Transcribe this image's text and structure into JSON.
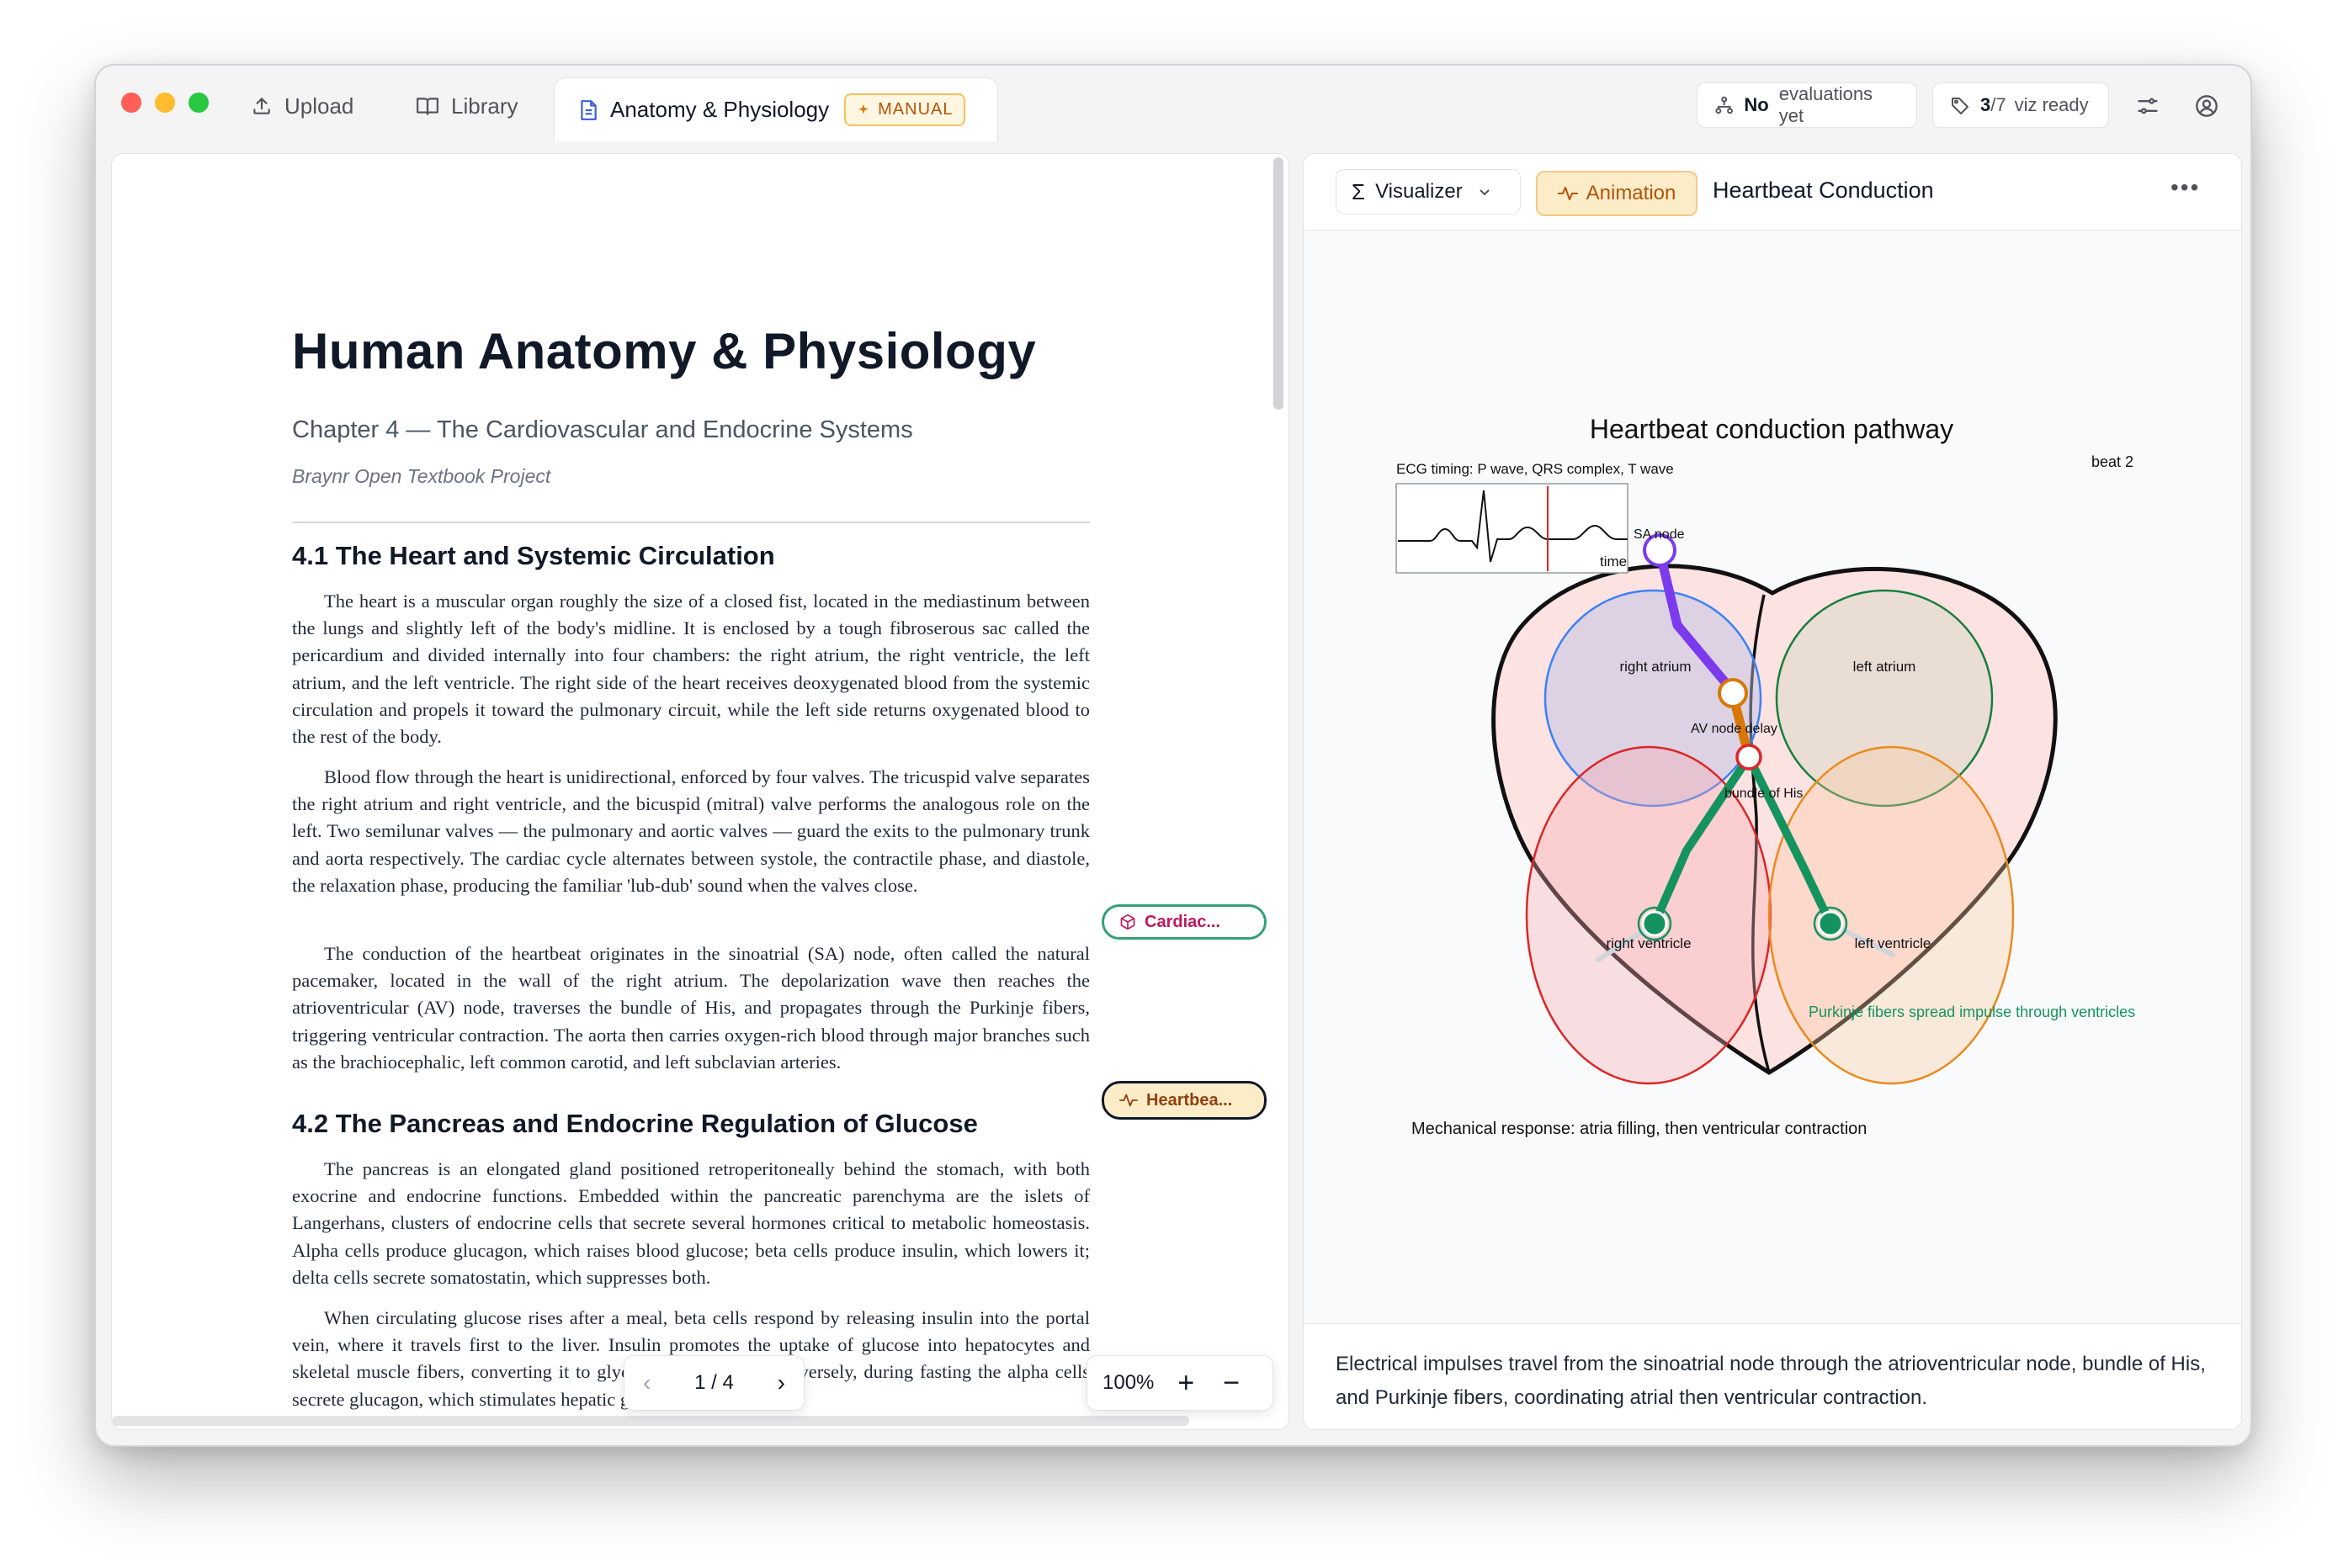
{
  "window": {
    "tabs": [
      {
        "label": "Upload",
        "icon": "upload-icon"
      },
      {
        "label": "Library",
        "icon": "book-icon"
      },
      {
        "label": "Anatomy & Physiology",
        "icon": "document-icon",
        "active": true,
        "badge": "MANUAL"
      }
    ],
    "status": {
      "evaluations_strong": "No",
      "evaluations_rest": "evaluations yet",
      "viz_count": "3",
      "viz_total": "/7",
      "viz_rest": "viz ready"
    }
  },
  "document": {
    "title": "Human Anatomy & Physiology",
    "subtitle": "Chapter 4 — The Cardiovascular and Endocrine Systems",
    "byline": "Braynr Open Textbook Project",
    "sections": [
      {
        "heading": "4.1  The Heart and Systemic Circulation",
        "paragraphs": [
          "The heart is a muscular organ roughly the size of a closed fist, located in the mediastinum between the lungs and slightly left of the body's midline. It is enclosed by a tough fibroserous sac called the pericardium and divided internally into four chambers: the right atrium, the right ventricle, the left atrium, and the left ventricle. The right side of the heart receives deoxygenated blood from the systemic circulation and propels it toward the pulmonary circuit, while the left side returns oxygenated blood to the rest of the body.",
          "Blood flow through the heart is unidirectional, enforced by four valves. The tricuspid valve separates the right atrium and right ventricle, and the bicuspid (mitral) valve performs the analogous role on the left. Two semilunar valves — the pulmonary and aortic valves — guard the exits to the pulmonary trunk and aorta respectively. The cardiac cycle alternates between systole, the contractile phase, and diastole, the relaxation phase, producing the familiar 'lub-dub' sound when the valves close.",
          "The conduction of the heartbeat originates in the sinoatrial (SA) node, often called the natural pacemaker, located in the wall of the right atrium. The depolarization wave then reaches the atrioventricular (AV) node, traverses the bundle of His, and propagates through the Purkinje fibers, triggering ventricular contraction. The aorta then carries oxygen-rich blood through major branches such as the brachiocephalic, left common carotid, and left subclavian arteries."
        ]
      },
      {
        "heading": "4.2  The Pancreas and Endocrine Regulation of Glucose",
        "paragraphs": [
          "The pancreas is an elongated gland positioned retroperitoneally behind the stomach, with both exocrine and endocrine functions. Embedded within the pancreatic parenchyma are the islets of Langerhans, clusters of endocrine cells that secrete several hormones critical to metabolic homeostasis. Alpha cells produce glucagon, which raises blood glucose; beta cells produce insulin, which lowers it; delta cells secrete somatostatin, which suppresses both.",
          "When circulating glucose rises after a meal, beta cells respond by releasing insulin into the portal vein, where it travels first to the liver. Insulin promotes the uptake of glucose into hepatocytes and skeletal muscle fibers, converting it to glycogen for storage. Conversely, during fasting the alpha cells secrete glucagon, which stimulates hepatic glycogenolysis and"
        ]
      }
    ],
    "chips": {
      "cardiac": "Cardiac...",
      "heartbeat": "Heartbea..."
    },
    "pager": {
      "label": "1 / 4"
    },
    "zoom": {
      "label": "100%"
    }
  },
  "visualizer": {
    "selector": "Visualizer",
    "mode": "Animation",
    "title": "Heartbeat Conduction",
    "more": "•••",
    "diagram": {
      "title": "Heartbeat conduction pathway",
      "ecg_label": "ECG timing: P wave, QRS complex, T wave",
      "time_label": "time",
      "beat_label": "beat 2",
      "labels": {
        "sa_node": "SA node",
        "av_node": "AV node delay",
        "bundle": "bundle of His",
        "right_atrium": "right atrium",
        "left_atrium": "left atrium",
        "right_ventricle": "right ventricle",
        "left_ventricle": "left ventricle",
        "purkinje": "Purkinje fibers spread impulse through ventricles",
        "mechanical": "Mechanical response: atria filling, then ventricular contraction"
      },
      "colors": {
        "sa_path": "#7c3aed",
        "av_path": "#d97706",
        "purkinje": "#15935f",
        "ecg_marker": "#dc2626",
        "right_atrium_ring": "#3b82f6",
        "left_atrium_ring": "#15803d",
        "right_ventricle_ring": "#dc2626",
        "left_ventricle_ring": "#ea8a1e"
      }
    },
    "caption": "Electrical impulses travel from the sinoatrial node through the atrioventricular node, bundle of His, and Purkinje fibers, coordinating atrial then ventricular contraction."
  }
}
